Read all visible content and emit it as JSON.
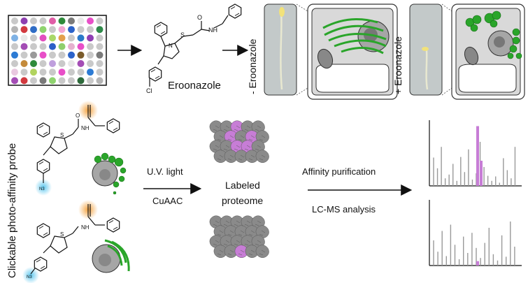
{
  "top": {
    "compound_name": "Eroonazole",
    "chlorine": "Cl",
    "control_label": "- Eroonazole",
    "treated_label": "+ Eroonazole"
  },
  "probe": {
    "side_label": "Clickable photo-affinity probe",
    "azide_label": "N3"
  },
  "steps": {
    "step1_line1": "U.V. light",
    "step1_line2": "CuAAC",
    "middle_line1": "Labeled",
    "middle_line2": "proteome",
    "step2_line1": "Affinity purification",
    "step2_line2": "LC-MS analysis"
  },
  "colors": {
    "magenta": "#c77dd6",
    "green": "#2aa52a",
    "gray_protein": "#8a8a8a",
    "cell_fill": "#d9d9d9",
    "panel_fill": "#c3c9c9",
    "alkyne_glow": "#f4a340",
    "azide_glow": "#5ec8ef"
  },
  "plate_colors": [
    [
      "#c9c9c9",
      "#8e3fb0",
      "#c9c9c9",
      "#c9c9c9",
      "#e05ea7",
      "#2e8a3b",
      "#7a7a7a",
      "#e9e9e9",
      "#e84fc8",
      "#c9c9c9"
    ],
    [
      "#b4b4b4",
      "#d2393f",
      "#2f6cc5",
      "#8fd36f",
      "#c9c9c9",
      "#f2a7d3",
      "#2a62c9",
      "#c9c9c9",
      "#c9c9c9",
      "#2f8a4a"
    ],
    [
      "#7fb2e5",
      "#e9e9e9",
      "#c9c9c9",
      "#e24fbf",
      "#a9d868",
      "#e3a04c",
      "#c9c9c9",
      "#2a7ac9",
      "#8f3fb3",
      "#c9c9c9"
    ],
    [
      "#c9c9c9",
      "#a44db5",
      "#c9c9c9",
      "#c9c9c9",
      "#2c5ec7",
      "#8fcf6c",
      "#e5b1ce",
      "#e84fc8",
      "#c9c9c9",
      "#c9c9c9"
    ],
    [
      "#2d7bd4",
      "#c9c9c9",
      "#9a9a9a",
      "#e84fc8",
      "#c9c9c9",
      "#c9c9c9",
      "#2a62c9",
      "#7a5b2a",
      "#c9c9c9",
      "#7a7a7a"
    ],
    [
      "#c9c9c9",
      "#c48a3b",
      "#2e8a3b",
      "#c9c9c9",
      "#bf9fdd",
      "#c9c9c9",
      "#e7e7e7",
      "#a44db5",
      "#c9c9c9",
      "#c9c9c9"
    ],
    [
      "#e9c8e0",
      "#c9c9c9",
      "#b1d35f",
      "#c9c9c9",
      "#c9c9c9",
      "#e84fc8",
      "#c9c9c9",
      "#c9c9c9",
      "#2d7bd4",
      "#c9c9c9"
    ],
    [
      "#a44db5",
      "#d2393f",
      "#c9c9c9",
      "#7a7a7a",
      "#8fd36f",
      "#c9c9c9",
      "#c9c9c9",
      "#2e6a3b",
      "#c9c9c9",
      "#b4b4b4"
    ]
  ],
  "spectrum_top": {
    "gray_peaks": [
      0.45,
      0.28,
      0.62,
      0.12,
      0.18,
      0.35,
      0.08,
      0.46,
      0.22,
      0.58,
      0.1,
      0.2,
      0.7,
      0.3,
      0.16,
      0.08,
      0.15,
      0.05,
      0.44,
      0.25,
      0.12,
      0.62
    ],
    "magenta_peaks": [
      0.95,
      0.4
    ]
  },
  "spectrum_bottom": {
    "gray_peaks": [
      0.4,
      0.22,
      0.55,
      0.15,
      0.65,
      0.33,
      0.1,
      0.46,
      0.2,
      0.52,
      0.28,
      0.12,
      0.36,
      0.6,
      0.18,
      0.08,
      0.48,
      0.14,
      0.7,
      0.3
    ],
    "magenta_peaks": [
      0.07
    ]
  }
}
